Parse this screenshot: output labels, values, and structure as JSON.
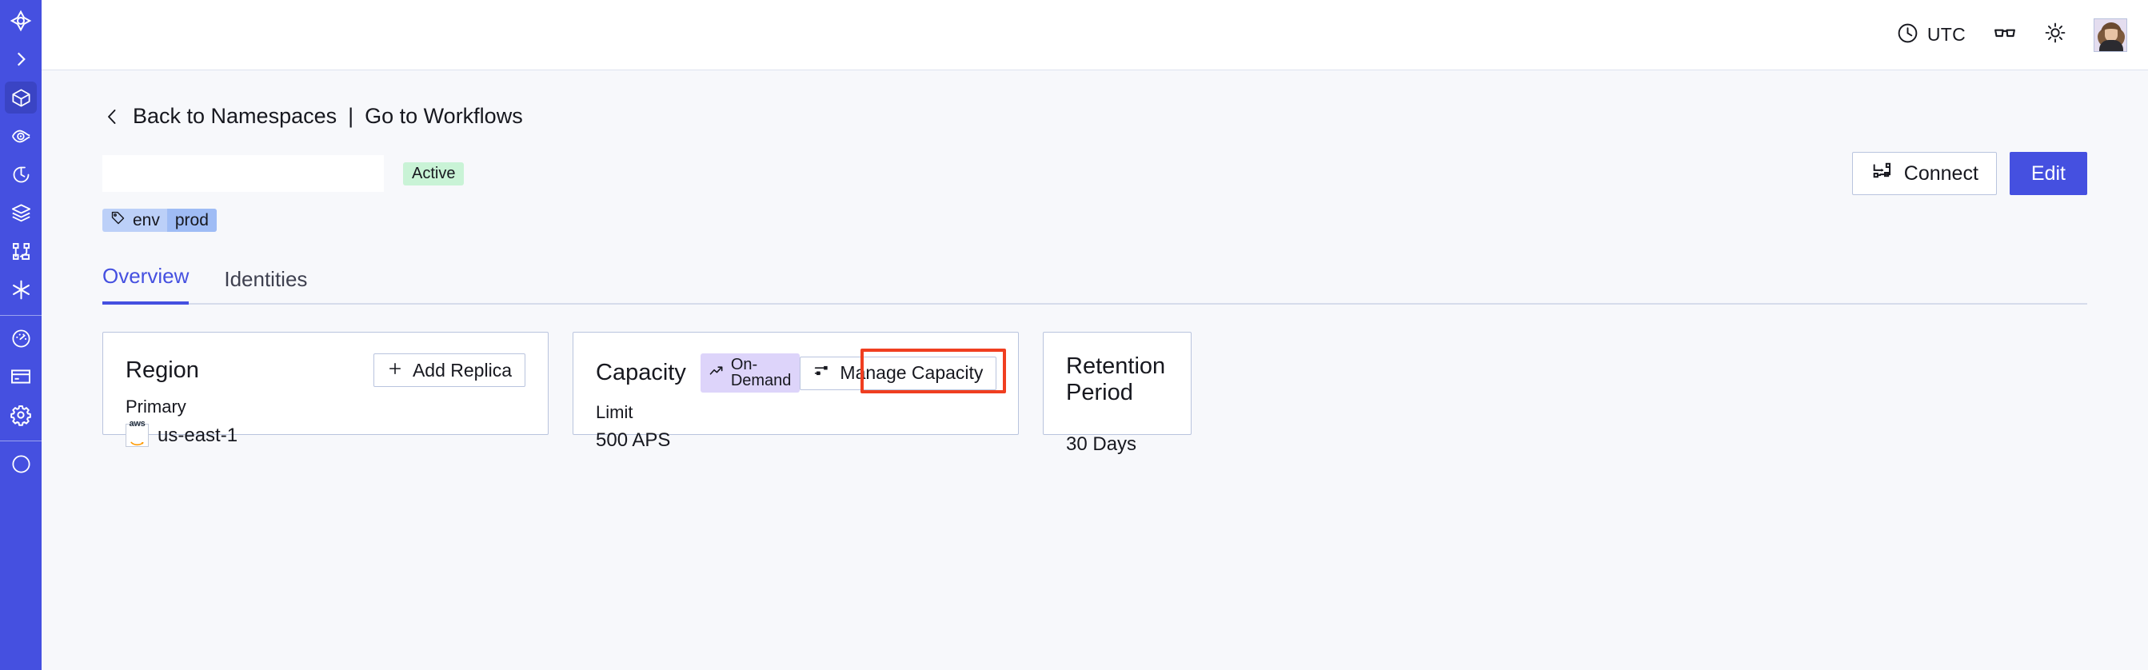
{
  "sidebar": {
    "items": [
      {
        "name": "logo",
        "icon": "temporal-logo-icon",
        "active": false
      },
      {
        "name": "expand",
        "icon": "chevron-right-icon",
        "active": false
      },
      {
        "name": "namespaces",
        "icon": "cube-icon",
        "active": true
      },
      {
        "name": "observability",
        "icon": "eye-icon",
        "active": false
      },
      {
        "name": "schedules",
        "icon": "clock-arrow-icon",
        "active": false
      },
      {
        "name": "batch-operations",
        "icon": "layers-icon",
        "active": false
      },
      {
        "name": "workflows",
        "icon": "workflow-nodes-icon",
        "active": false
      },
      {
        "name": "integrations",
        "icon": "asterisk-icon",
        "active": false
      },
      {
        "name": "usage",
        "icon": "gauge-icon",
        "active": false
      },
      {
        "name": "billing",
        "icon": "credit-card-icon",
        "active": false
      },
      {
        "name": "settings",
        "icon": "gear-icon",
        "active": false
      }
    ]
  },
  "header": {
    "timezone_icon": "clock-icon",
    "timezone": "UTC",
    "glasses_icon": "glasses-icon",
    "theme_icon": "sun-icon",
    "avatar_icon": "user-avatar"
  },
  "breadcrumb": {
    "back_icon": "chevron-left-icon",
    "back_label": "Back to Namespaces",
    "separator": "|",
    "forward_label": "Go to Workflows"
  },
  "namespace": {
    "name": "",
    "status_badge": "Active",
    "tag": {
      "icon": "tag-icon",
      "key": "env",
      "value": "prod"
    }
  },
  "actions": {
    "connect_icon": "connect-flow-icon",
    "connect_label": "Connect",
    "edit_label": "Edit"
  },
  "tabs": [
    {
      "label": "Overview",
      "active": true
    },
    {
      "label": "Identities",
      "active": false
    }
  ],
  "cards": {
    "region": {
      "title": "Region",
      "add_replica_icon": "plus-icon",
      "add_replica_label": "Add Replica",
      "primary_label": "Primary",
      "provider_icon": "aws-logo-icon",
      "provider_text": "aws",
      "region_value": "us-east-1"
    },
    "capacity": {
      "title": "Capacity",
      "badge_icon": "trending-up-icon",
      "badge_label": "On-Demand",
      "manage_icon": "sliders-icon",
      "manage_label": "Manage Capacity",
      "limit_label": "Limit",
      "limit_value": "500 APS"
    },
    "retention": {
      "title": "Retention Period",
      "value": "30 Days"
    }
  },
  "annotation": {
    "color": "#f03e20",
    "target": "manage-capacity-button"
  }
}
